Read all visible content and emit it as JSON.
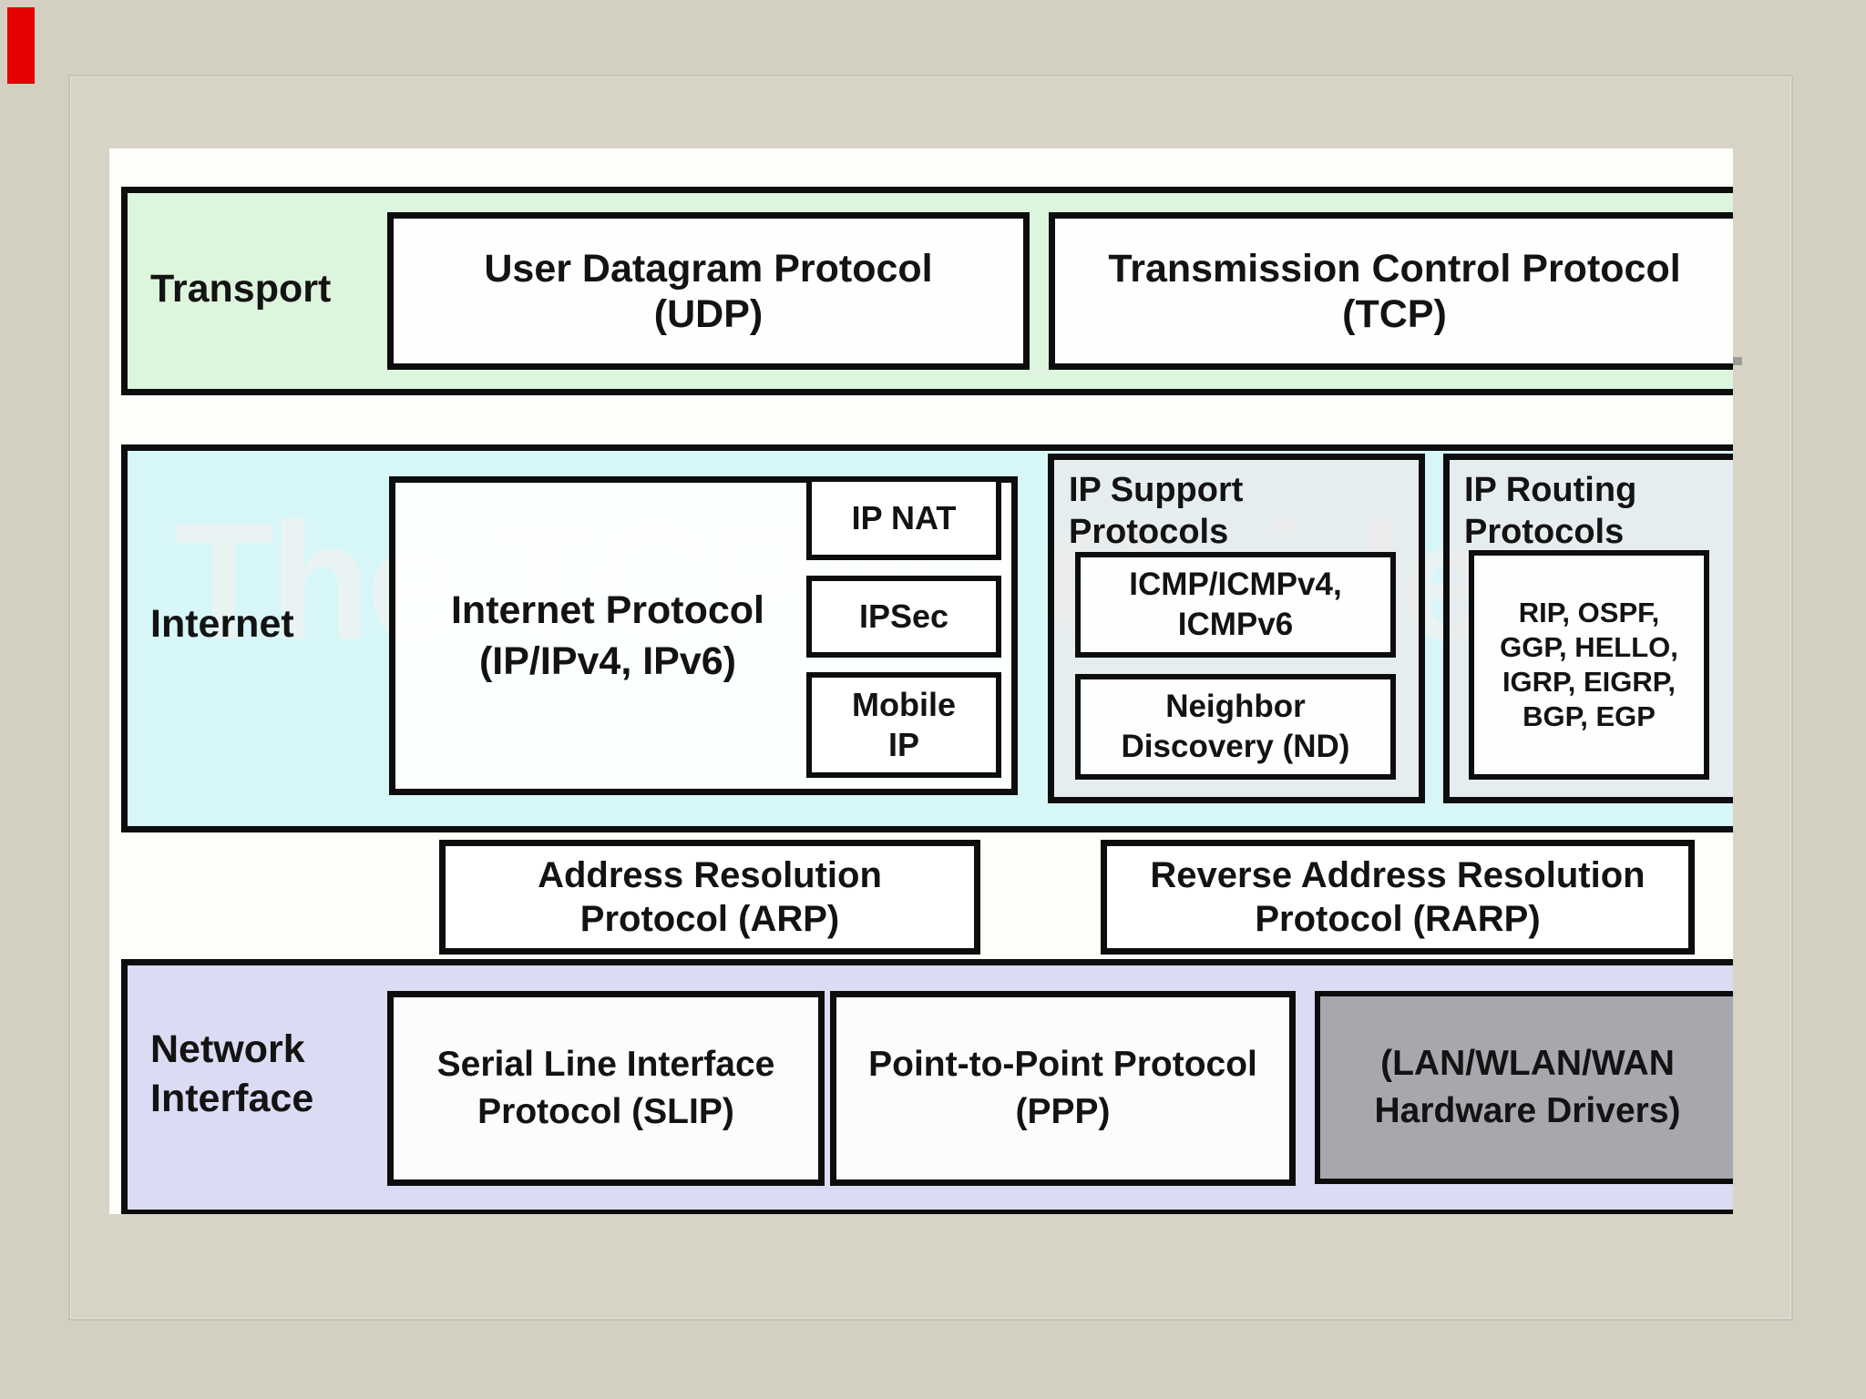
{
  "watermark": "The TCP/IP Guide",
  "layers": {
    "transport": {
      "label": "Transport",
      "udp": {
        "line1": "User Datagram Protocol",
        "line2": "(UDP)"
      },
      "tcp": {
        "line1": "Transmission Control Protocol",
        "line2": "(TCP)"
      }
    },
    "internet": {
      "label": "Internet",
      "ip": {
        "line1": "Internet Protocol",
        "line2": "(IP/IPv4, IPv6)"
      },
      "ip_nat": "IP NAT",
      "ipsec": "IPSec",
      "mobile_ip": {
        "line1": "Mobile",
        "line2": "IP"
      },
      "support": {
        "title_line1": "IP Support",
        "title_line2": "Protocols",
        "icmp": {
          "line1": "ICMP/ICMPv4,",
          "line2": "ICMPv6"
        },
        "nd": {
          "line1": "Neighbor",
          "line2": "Discovery (ND)"
        }
      },
      "routing": {
        "title_line1": "IP Routing",
        "title_line2": "Protocols",
        "lines": [
          "RIP, OSPF,",
          "GGP, HELLO,",
          "IGRP, EIGRP,",
          "BGP, EGP"
        ]
      }
    },
    "link_mapping": {
      "arp": {
        "line1": "Address Resolution",
        "line2": "Protocol (ARP)"
      },
      "rarp": {
        "line1": "Reverse Address Resolution",
        "line2": "Protocol (RARP)"
      }
    },
    "network": {
      "label_line1": "Network",
      "label_line2": "Interface",
      "slip": {
        "line1": "Serial Line Interface",
        "line2": "Protocol (SLIP)"
      },
      "ppp": {
        "line1": "Point-to-Point Protocol",
        "line2": "(PPP)"
      },
      "hardware": {
        "line1": "(LAN/WLAN/WAN",
        "line2": "Hardware Drivers)"
      }
    }
  },
  "colors": {
    "background_beige": "#d3cfc1",
    "slide_white": "#fdfdfa",
    "transport_green": "#ddf4dd",
    "internet_cyan": "#d7f6f8",
    "network_lavender": "#dbdbf3",
    "panel_gray": "#eaeaea",
    "hardware_gray": "#a7a7ad",
    "border_black": "#0d0d0d",
    "red_marker": "#e60000",
    "watermark_gray": "#ecf2f2"
  }
}
